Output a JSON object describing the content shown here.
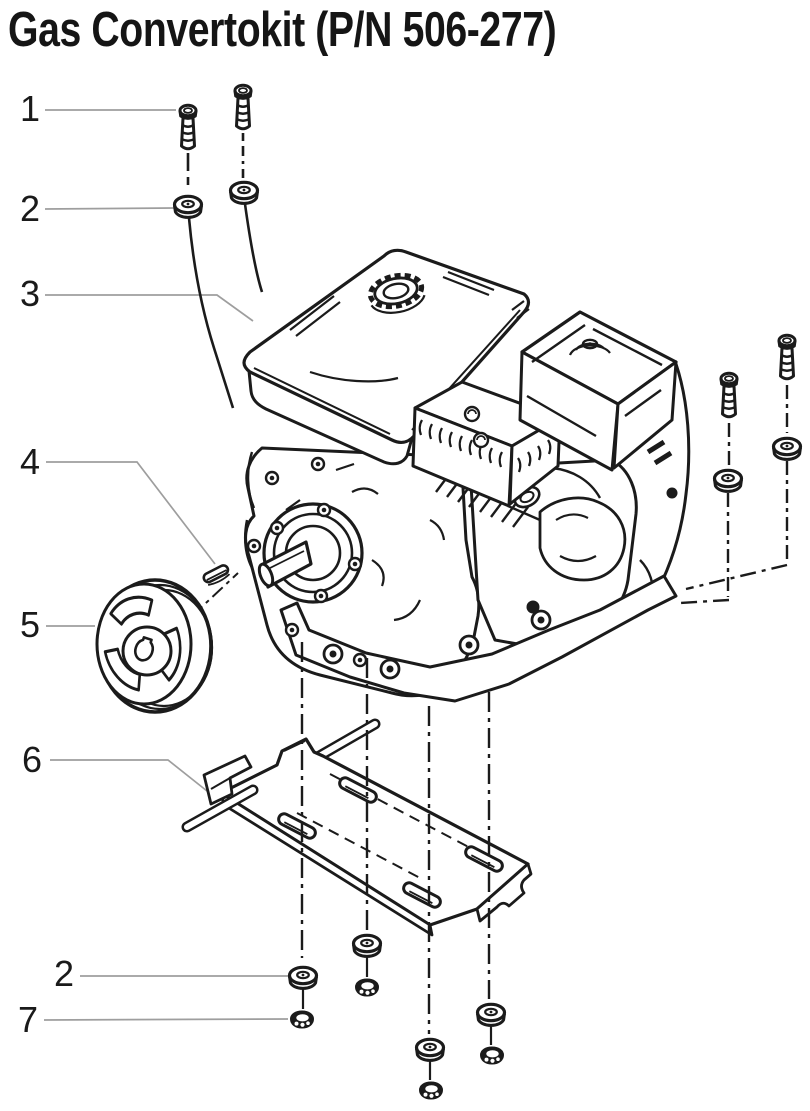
{
  "title": "Gas Convertokit (P/N 506-277)",
  "diagram": {
    "type": "exploded-parts-diagram",
    "colors": {
      "line": "#1b1b1b",
      "leader": "#9e9e9e",
      "background": "#ffffff"
    },
    "callouts": [
      {
        "label": "1",
        "part": "mounting-bolt"
      },
      {
        "label": "2",
        "part": "washer"
      },
      {
        "label": "3",
        "part": "gas-engine"
      },
      {
        "label": "4",
        "part": "shaft-key"
      },
      {
        "label": "5",
        "part": "pulley"
      },
      {
        "label": "6",
        "part": "mounting-plate"
      },
      {
        "label": "2",
        "part": "washer"
      },
      {
        "label": "7",
        "part": "hex-nut"
      }
    ]
  }
}
